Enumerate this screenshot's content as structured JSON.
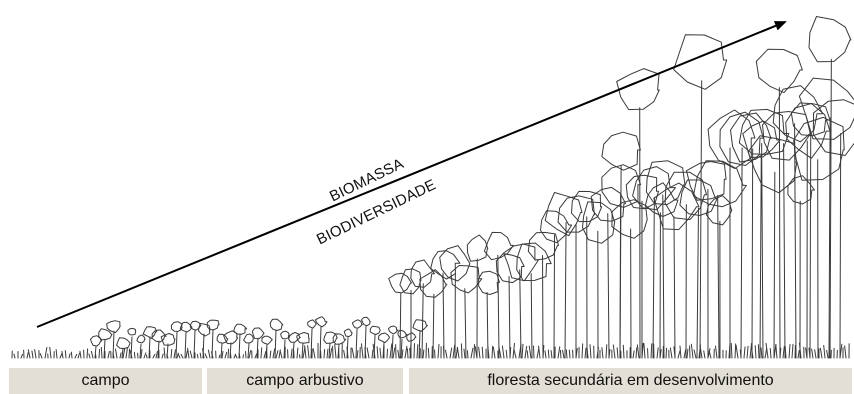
{
  "arrow": {
    "label_above": "BIOMASSA",
    "label_below": "BIODIVERSIDADE",
    "color": "#000000"
  },
  "stages": [
    {
      "label": "campo"
    },
    {
      "label": "campo arbustivo"
    },
    {
      "label": "floresta secundária em desenvolvimento"
    }
  ],
  "colors": {
    "stage_bar": "#e4dfd6",
    "sketch_ink": "#3a3a3a"
  }
}
